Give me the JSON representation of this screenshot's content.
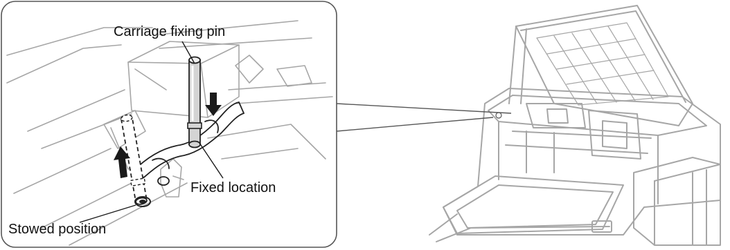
{
  "labels": {
    "carriage_pin": "Carriage fixing pin",
    "fixed_location": "Fixed location",
    "stowed_position": "Stowed position"
  },
  "icons": [
    "down-arrow-icon",
    "up-arrow-icon"
  ],
  "colors": {
    "line_art": "#a6a6a6",
    "dark_art": "#222222",
    "callout_border": "#555555",
    "pin_fill": "#d4d4d4",
    "arrow": "#1a1a1a",
    "background": "#ffffff"
  }
}
